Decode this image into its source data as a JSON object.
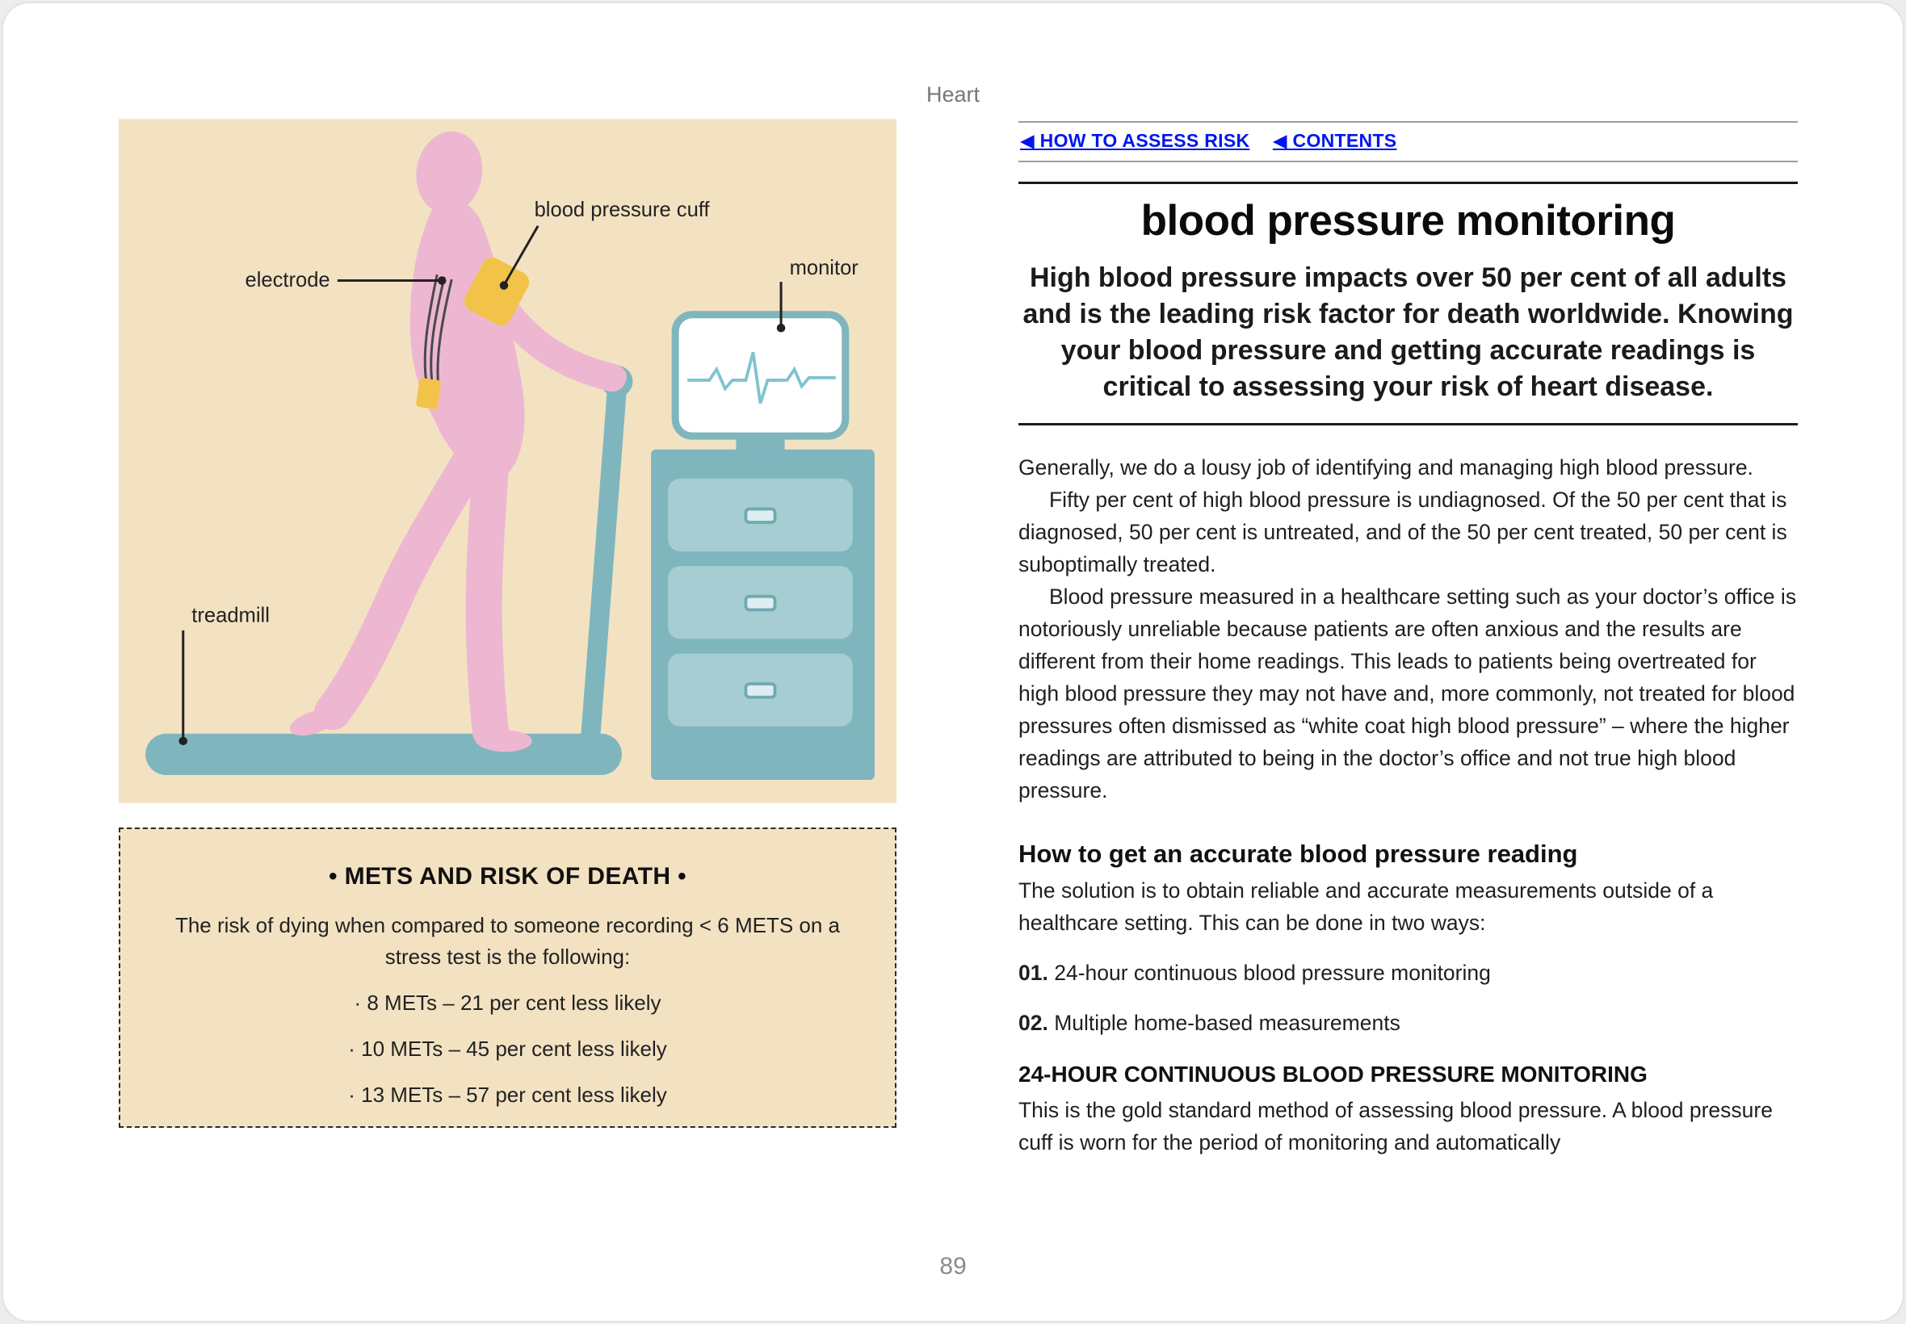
{
  "page": {
    "header_label": "Heart",
    "page_number": "89"
  },
  "nav": {
    "link_assess_risk": "◀ HOW TO ASSESS RISK",
    "link_contents": "◀ CONTENTS"
  },
  "illustration": {
    "labels": {
      "cuff": "blood pressure cuff",
      "electrode": "electrode",
      "monitor": "monitor",
      "treadmill": "treadmill"
    },
    "colors": {
      "background": "#f3e2c2",
      "person": "#edb7d2",
      "equipment_teal": "#7fb6be",
      "drawer_teal": "#a5cdd2",
      "cuff_yellow": "#f2c348",
      "ecg_line": "#7fc3cf"
    }
  },
  "mets_box": {
    "title": "• METS AND RISK OF DEATH •",
    "intro": "The risk of dying when compared to someone recording < 6 METS on a stress test is the following:",
    "items": [
      "· 8 METs – 21 per cent less likely",
      "· 10 METs – 45 per cent less likely",
      "· 13 METs – 57 per cent less likely"
    ]
  },
  "article": {
    "title": "blood pressure monitoring",
    "lead": "High blood pressure impacts over 50 per cent of all adults and is the leading risk factor for death worldwide. Knowing your blood pressure and getting accurate readings is critical to assessing your risk of heart disease.",
    "paragraphs": [
      "Generally, we do a lousy job of identifying and managing high blood pressure.",
      "Fifty per cent of high blood pressure is undiagnosed. Of the 50 per cent that is diagnosed, 50 per cent is untreated, and of the 50 per cent treated, 50 per cent is suboptimally treated.",
      "Blood pressure measured in a healthcare setting such as your doctor’s office is notoriously unreliable because patients are often anxious and the results are different from their home readings. This leads to patients being overtreated for high blood pressure they may not have and, more commonly, not treated for blood pressures often dismissed as “white coat high blood pressure” – where the higher readings are attributed to being in the doctor’s office and not true high blood pressure."
    ],
    "section1": {
      "heading": "How to get an accurate blood pressure reading",
      "body": "The solution is to obtain reliable and accurate measurements outside of a healthcare setting. This can be done in two ways:",
      "items": [
        {
          "num": "01.",
          "text": "24-hour continuous blood pressure monitoring"
        },
        {
          "num": "02.",
          "text": "Multiple home-based measurements"
        }
      ]
    },
    "section2": {
      "heading": "24-HOUR CONTINUOUS BLOOD PRESSURE MONITORING",
      "body": "This is the gold standard method of assessing blood pressure. A blood pressure cuff is worn for the period of monitoring and automatically"
    }
  }
}
